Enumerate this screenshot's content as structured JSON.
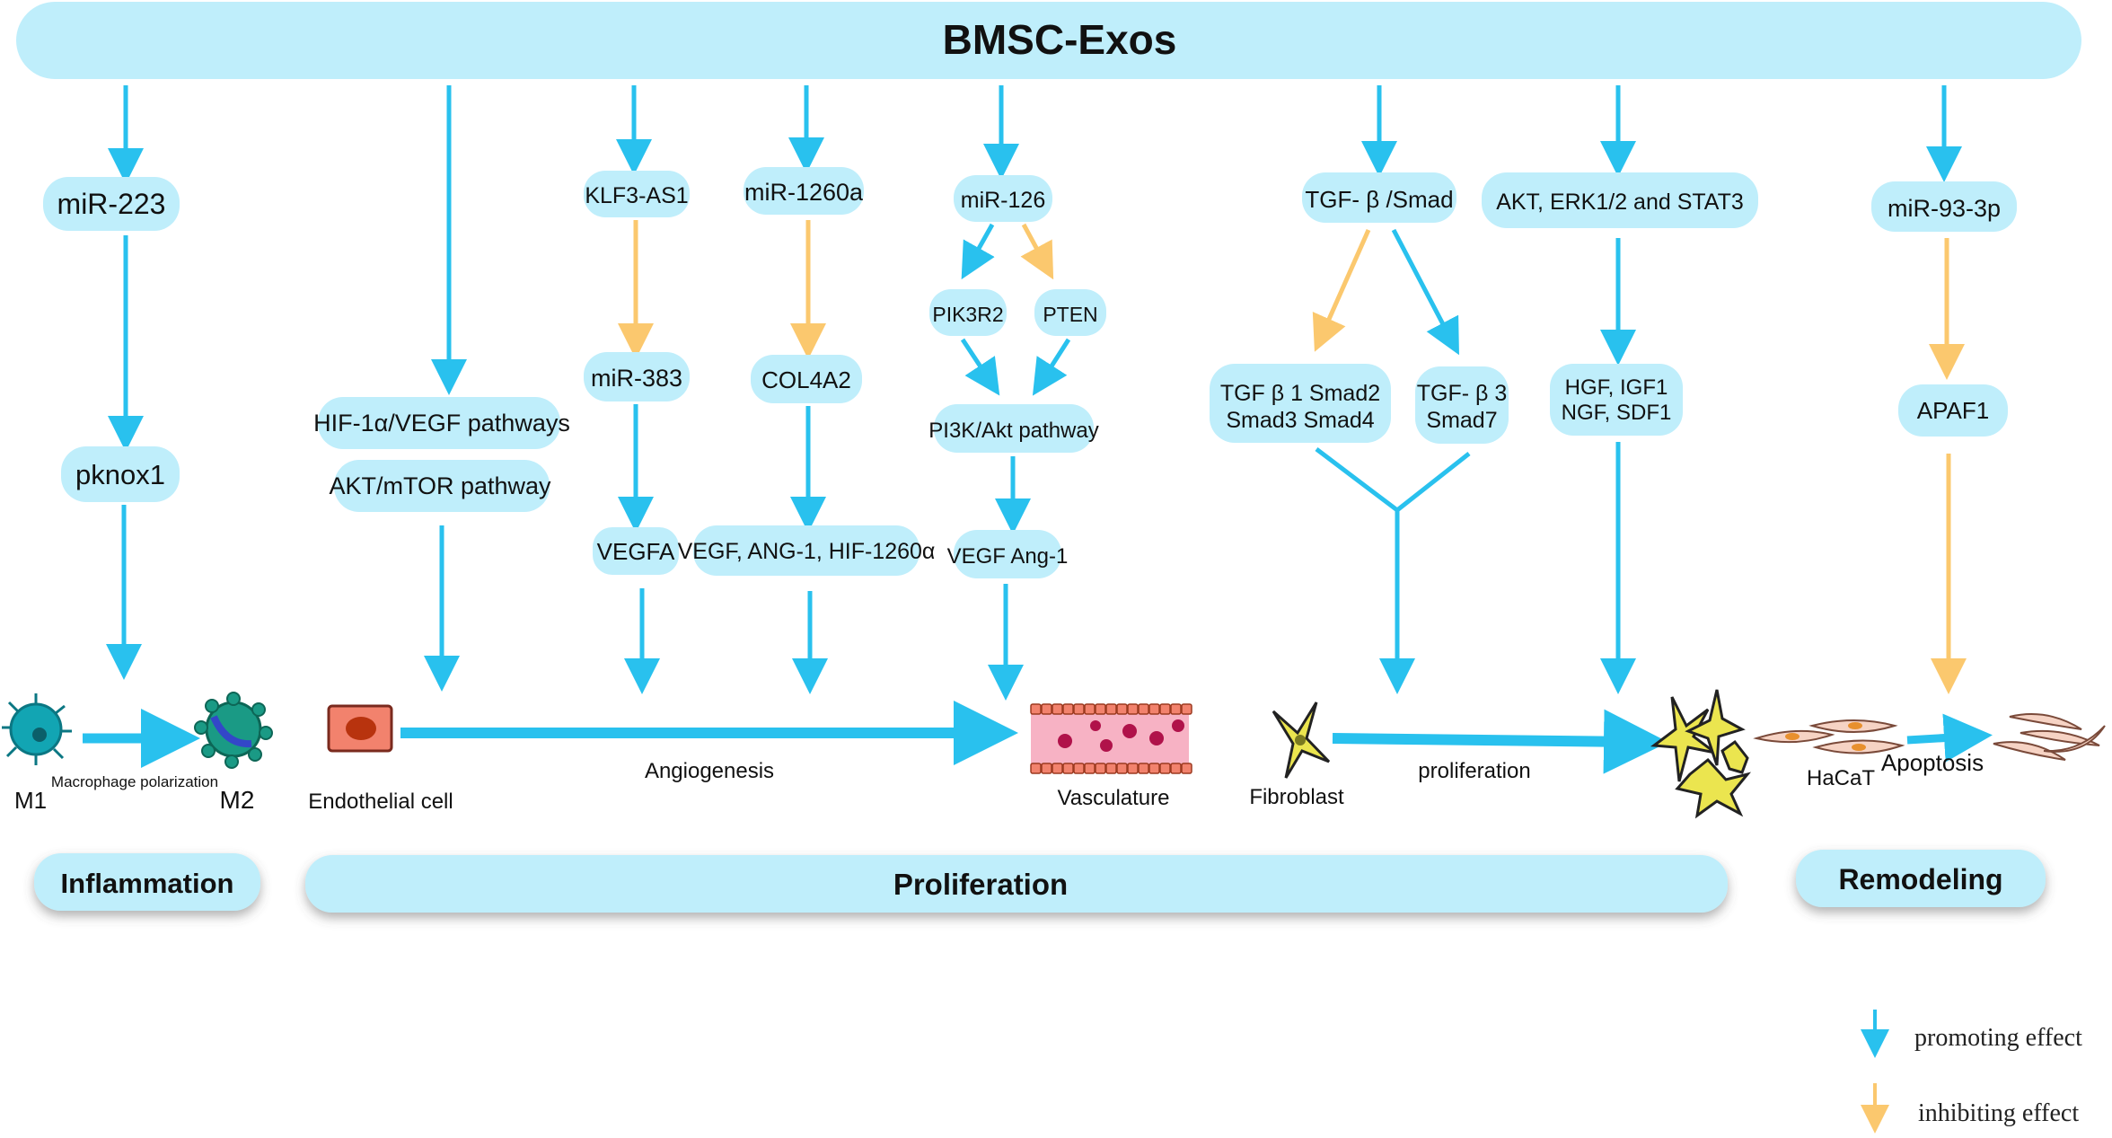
{
  "title": "BMSC-Exos",
  "colors": {
    "box_fill": "#bfeefb",
    "promote": "#29c1ee",
    "inhibit": "#fbc86e"
  },
  "nodes": {
    "mir223": "miR-223",
    "pknox1": "pknox1",
    "hif_vegf": "HIF-1α/VEGF  pathways",
    "akt_mtor": "AKT/mTOR pathway",
    "klf3": "KLF3-AS1",
    "mir383": "miR-383",
    "vegfa": "VEGFA",
    "mir1260a": "miR-1260a",
    "col4a2": "COL4A2",
    "vegf_ang": "VEGF,  ANG-1, HIF-1260α",
    "mir126": "miR-126",
    "pik3r2": "PIK3R2",
    "pten": "PTEN",
    "pi3k": "PI3K/Akt pathway",
    "vegf_ang1": "VEGF  Ang-1",
    "tgf_smad": "TGF- β /Smad",
    "tgfb1_line1": "TGF β 1  Smad2",
    "tgfb1_line2": "Smad3  Smad4",
    "tgfb3_line1": "TGF- β 3",
    "tgfb3_line2": "Smad7",
    "akt_erk": "AKT, ERK1/2 and  STAT3",
    "hgf_line1": "HGF,   IGF1",
    "hgf_line2": "NGF,  SDF1",
    "mir93": "miR-93-3p",
    "apaf1": "APAF1"
  },
  "cell_labels": {
    "m1": "M1",
    "m2": "M2",
    "macrophage_polarization": "Macrophage polarization",
    "endothelial": "Endothelial cell",
    "angiogenesis": "Angiogenesis",
    "vasculature": "Vasculature",
    "fibroblast": "Fibroblast",
    "proliferation_small": "proliferation",
    "hacat": "HaCaT",
    "apoptosis": "Apoptosis"
  },
  "phases": {
    "inflammation": "Inflammation",
    "proliferation": "Proliferation",
    "remodeling": "Remodeling"
  },
  "legend": {
    "promoting": "promoting effect",
    "inhibiting": "inhibiting effect"
  }
}
